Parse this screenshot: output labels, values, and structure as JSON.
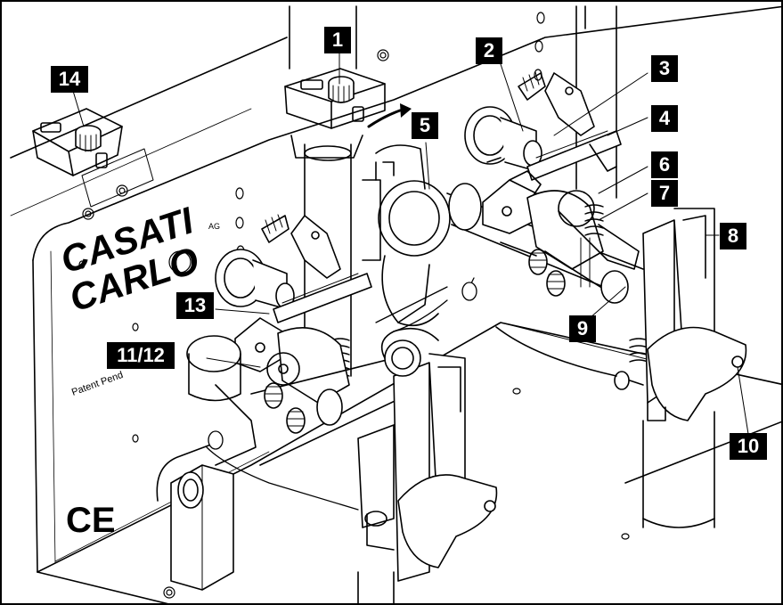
{
  "callouts": {
    "c1": "1",
    "c2": "2",
    "c3": "3",
    "c4": "4",
    "c5": "5",
    "c6": "6",
    "c7": "7",
    "c8": "8",
    "c9": "9",
    "c10": "10",
    "c11_12": "11/12",
    "c13": "13",
    "c14": "14"
  },
  "brand": {
    "line1": "CASATI",
    "line2": "CARLO",
    "suffix": "AG",
    "patent": "Patent Pend"
  },
  "marking": "CE",
  "colors": {
    "line": "#000000",
    "callout_bg": "#000000",
    "callout_text": "#ffffff",
    "background": "#ffffff"
  }
}
